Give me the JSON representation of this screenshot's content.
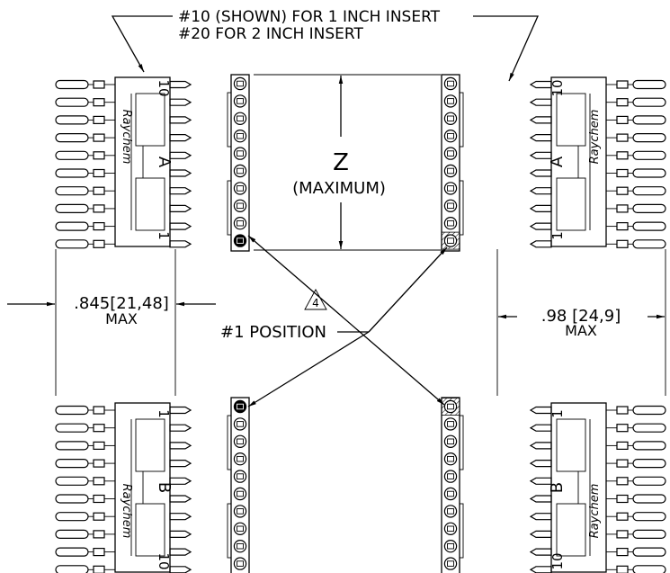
{
  "callout": {
    "line1": "#10 (SHOWN) FOR 1 INCH INSERT",
    "line2": "#20 FOR 2 INCH INSERT"
  },
  "dimension_z": {
    "letter": "Z",
    "note": "(MAXIMUM)"
  },
  "dimension_left": {
    "value": ".845[21,48]",
    "note": "MAX"
  },
  "dimension_right": {
    "value": ".98 [24,9]",
    "note": "MAX"
  },
  "position_note": {
    "label": "#1 POSITION",
    "flag": "4"
  },
  "brand": "Raychem",
  "insert_a": {
    "letter": "A",
    "first_pin": "1",
    "last_pin": "10"
  },
  "insert_b": {
    "letter": "B",
    "first_pin": "1",
    "last_pin": "10"
  }
}
